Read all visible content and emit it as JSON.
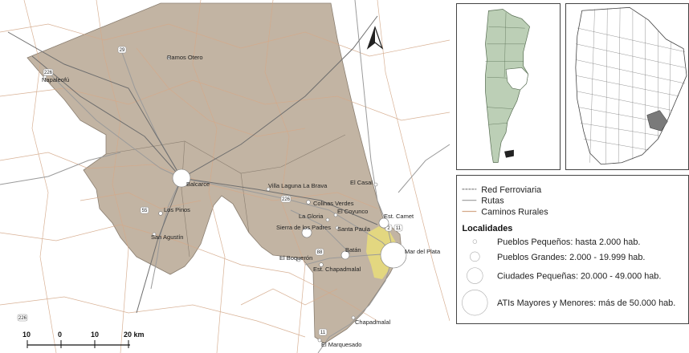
{
  "towns": [
    {
      "name": "Ramos Otero",
      "size": 1
    },
    {
      "name": "Napaleofú",
      "size": 1
    },
    {
      "name": "Balcarce",
      "size": 3
    },
    {
      "name": "Los Pinos",
      "size": 1
    },
    {
      "name": "San Agustín",
      "size": 1
    },
    {
      "name": "Villa Laguna La Brava",
      "size": 1
    },
    {
      "name": "El Casal",
      "size": 1
    },
    {
      "name": "Colinas Verdes",
      "size": 1
    },
    {
      "name": "El Coyunco",
      "size": 1
    },
    {
      "name": "La Gloria",
      "size": 1
    },
    {
      "name": "Est. Camet",
      "size": 2
    },
    {
      "name": "Sierra de los Padres",
      "size": 2
    },
    {
      "name": "Santa Paula",
      "size": 1
    },
    {
      "name": "Mar del Plata",
      "size": 4
    },
    {
      "name": "Batán",
      "size": 2
    },
    {
      "name": "El Boquerón",
      "size": 1
    },
    {
      "name": "Est. Chapadmalal",
      "size": 1
    },
    {
      "name": "Chapadmalal",
      "size": 1
    },
    {
      "name": "El Marquesado",
      "size": 1
    }
  ],
  "routes": [
    "29",
    "226",
    "55",
    "226",
    "88",
    "2",
    "11",
    "11",
    "226"
  ],
  "scale": {
    "ticks": [
      "10",
      "0",
      "10",
      "20 km"
    ]
  },
  "legend": {
    "lines": [
      {
        "label": "Red Ferroviaria",
        "color": "#777777"
      },
      {
        "label": "Rutas",
        "color": "#999999"
      },
      {
        "label": "Caminos Rurales",
        "color": "#d4a98a"
      }
    ],
    "title": "Localidades",
    "sizes": [
      {
        "label": "Pueblos Pequeños: hasta 2.000 hab."
      },
      {
        "label": "Pueblos Grandes: 2.000 - 19.999 hab."
      },
      {
        "label": "Ciudades Pequeñas: 20.000 - 49.000 hab."
      },
      {
        "label": "ATIs Mayores y Menores: más de 50.000 hab."
      }
    ]
  },
  "colors": {
    "region_fill": "#c2b4a3",
    "urban_fill": "#e9dd7a",
    "rural_road": "#d4a98a",
    "route": "#9a9a9a",
    "province_fill": "#bccfb6",
    "highlight": "#7a7a7a"
  }
}
